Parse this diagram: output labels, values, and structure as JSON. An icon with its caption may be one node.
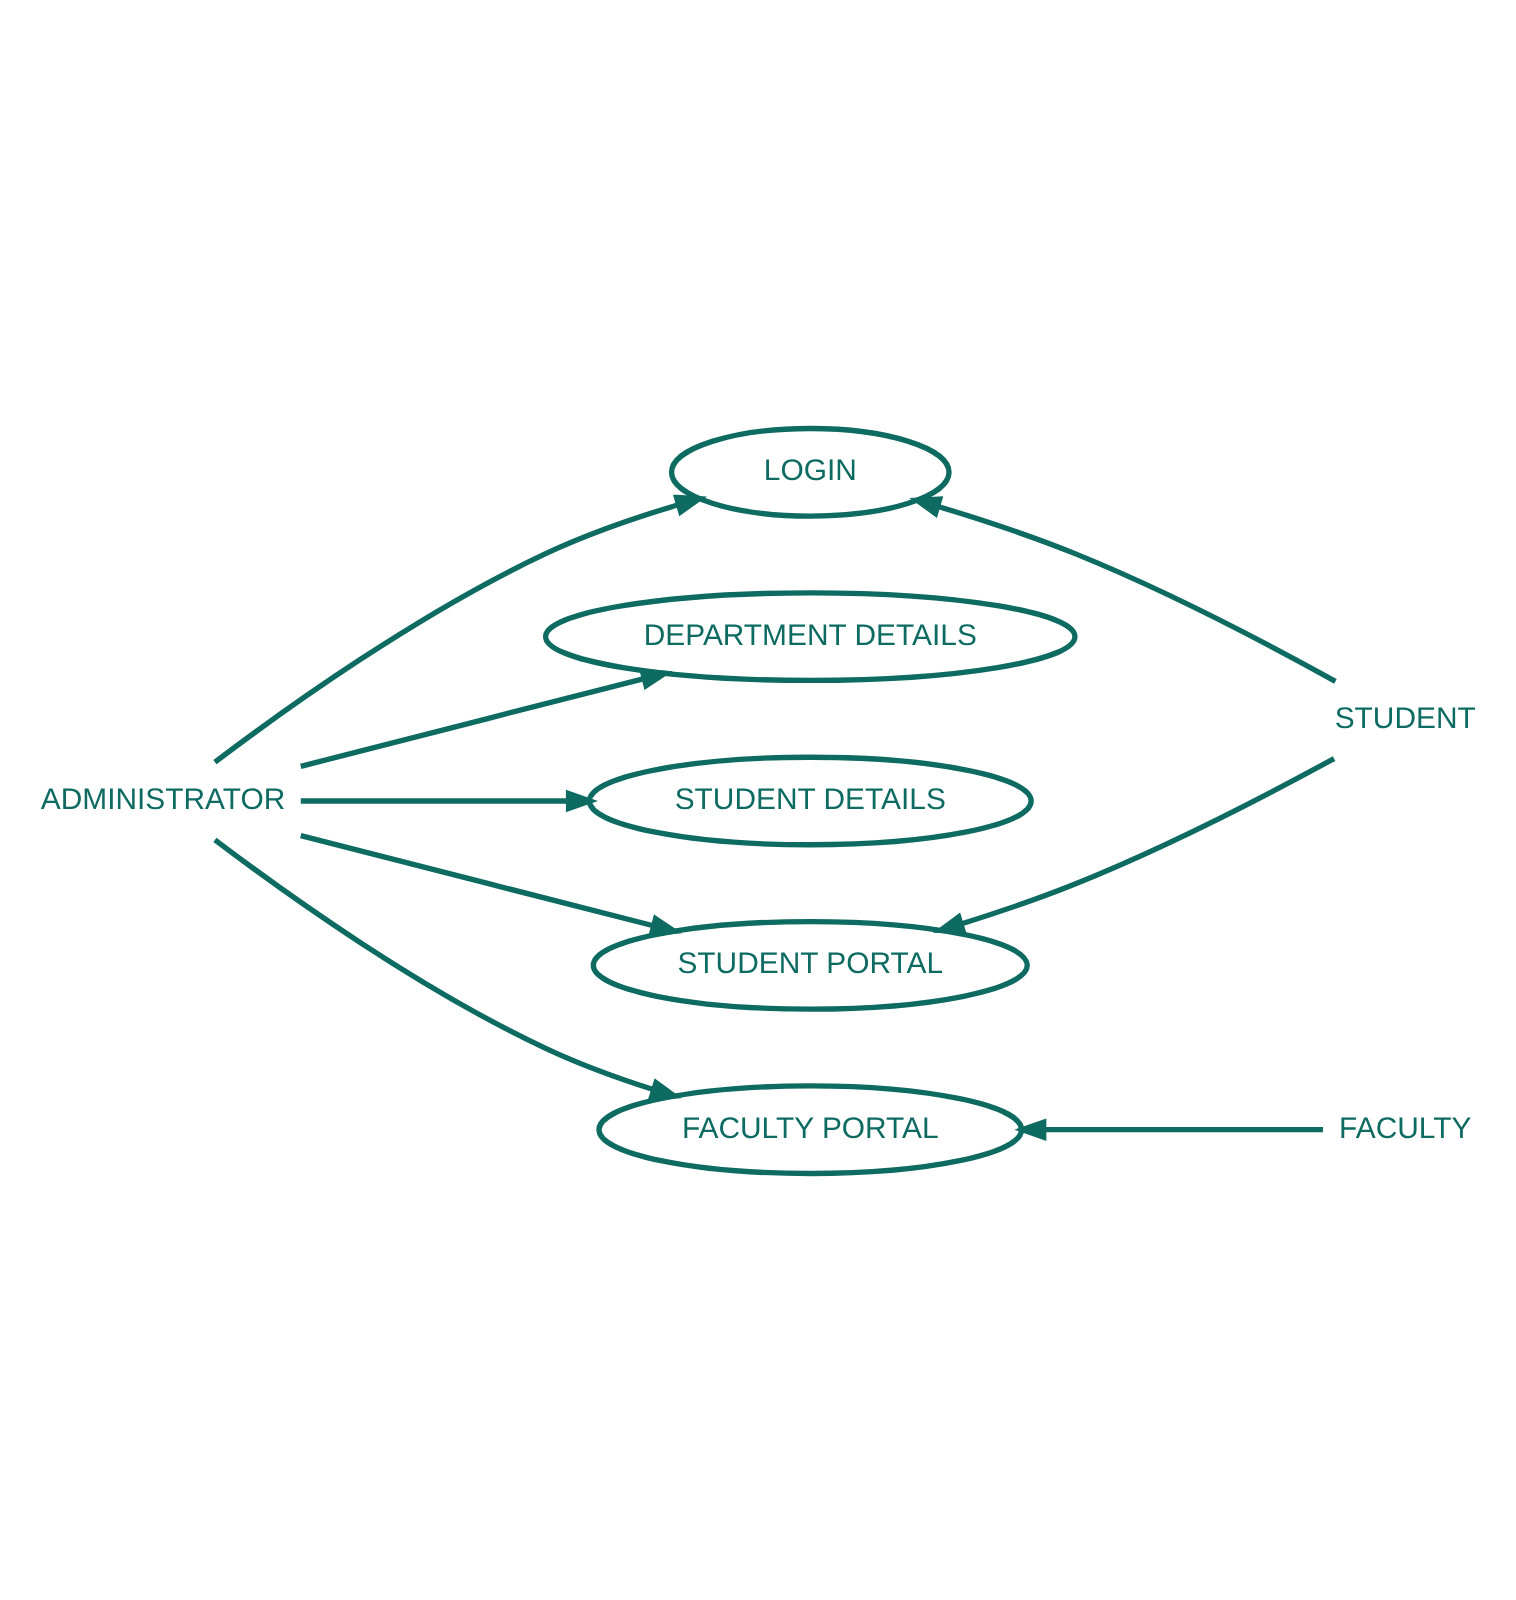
{
  "diagram": {
    "nodes": [
      {
        "text": [
          "LOGIN"
        ]
      },
      {
        "text": [
          "DEPARTMENT DETAILS"
        ]
      },
      {
        "text": [
          "STUDENT"
        ]
      },
      {
        "text": [
          "STUDENT DETAILS"
        ]
      },
      {
        "text": [
          "ADMINISTRATOR"
        ]
      },
      {
        "text": [
          "STUDENT PORTAL"
        ]
      },
      {
        "text": [
          "FACULTY PORTAL"
        ]
      },
      {
        "text": [
          "FACULTY"
        ]
      }
    ],
    "edges": [
      {
        "from": 4,
        "to": 0,
        "arrow": "to"
      },
      {
        "from": 4,
        "to": 1,
        "arrow": "to"
      },
      {
        "from": 4,
        "to": 3,
        "arrow": "to"
      },
      {
        "from": 4,
        "to": 5,
        "arrow": "to"
      },
      {
        "from": 4,
        "to": 6,
        "arrow": "to"
      },
      {
        "from": 2,
        "to": 0,
        "arrow": "to"
      },
      {
        "from": 2,
        "to": 5,
        "arrow": "to"
      },
      {
        "from": 7,
        "to": 6,
        "arrow": "to"
      }
    ]
  }
}
